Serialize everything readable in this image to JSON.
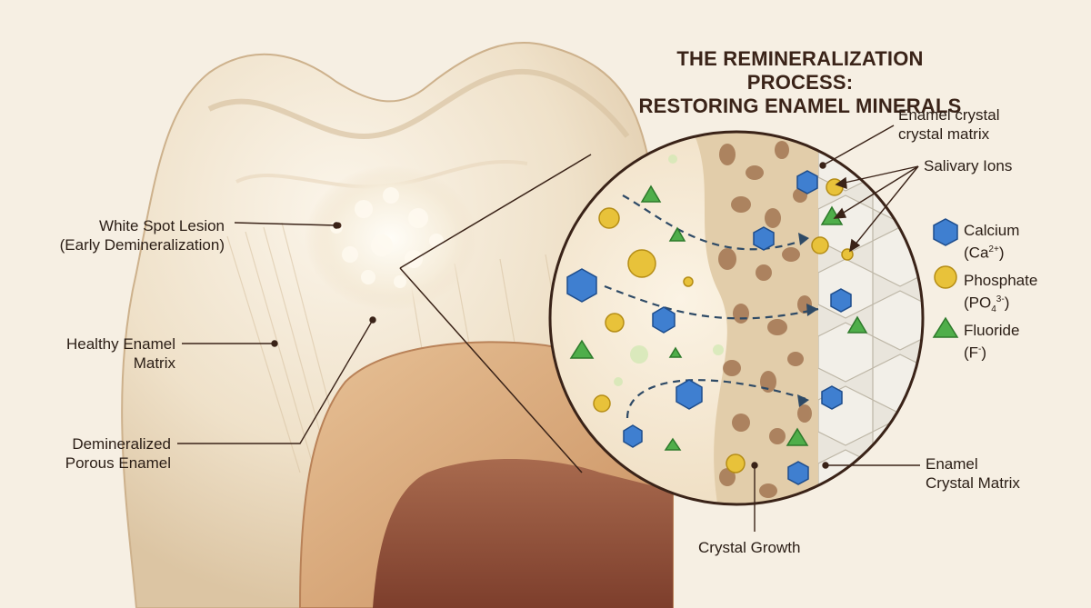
{
  "title": {
    "line1": "THE REMINERALIZATION PROCESS:",
    "line2": "RESTORING ENAMEL MINERALS"
  },
  "labels": {
    "white_spot": [
      "White Spot Lesion",
      "(Early Demineralization)"
    ],
    "healthy_enamel": [
      "Healthy Enamel",
      "Matrix"
    ],
    "demineralized": [
      "Demineralized",
      "Porous Enamel"
    ],
    "enamel_crystal_top": [
      "Enamel crystal",
      "crystal matrix"
    ],
    "salivary_ions": "Salivary Ions",
    "enamel_crystal_bottom": [
      "Enamel",
      "Crystal Matrix"
    ],
    "crystal_growth": "Crystal Growth"
  },
  "legend": [
    {
      "name": "Calcium",
      "formula": "(Ca",
      "sup": "2+",
      "sub": "",
      "close": ")",
      "icon": "hexagon-blue",
      "color": "#3f7fd0"
    },
    {
      "name": "Phosphate",
      "formula": "(PO",
      "sub": "4",
      "sup": "3-",
      "close": ")",
      "icon": "circle-yellow",
      "color": "#e8c23a"
    },
    {
      "name": "Fluoride",
      "formula": "(F",
      "sub": "",
      "sup": "-",
      "close": ")",
      "icon": "triangle-green",
      "color": "#4fae4a"
    }
  ],
  "colors": {
    "background": "#f6efe3",
    "enamel": "#efe3cf",
    "dentin": "#d8ab7c",
    "pulp": "#9c5a42",
    "calcium": "#3f7fd0",
    "phosphate": "#e8c23a",
    "fluoride": "#4fae4a",
    "ion_path": "#2e4a66"
  }
}
